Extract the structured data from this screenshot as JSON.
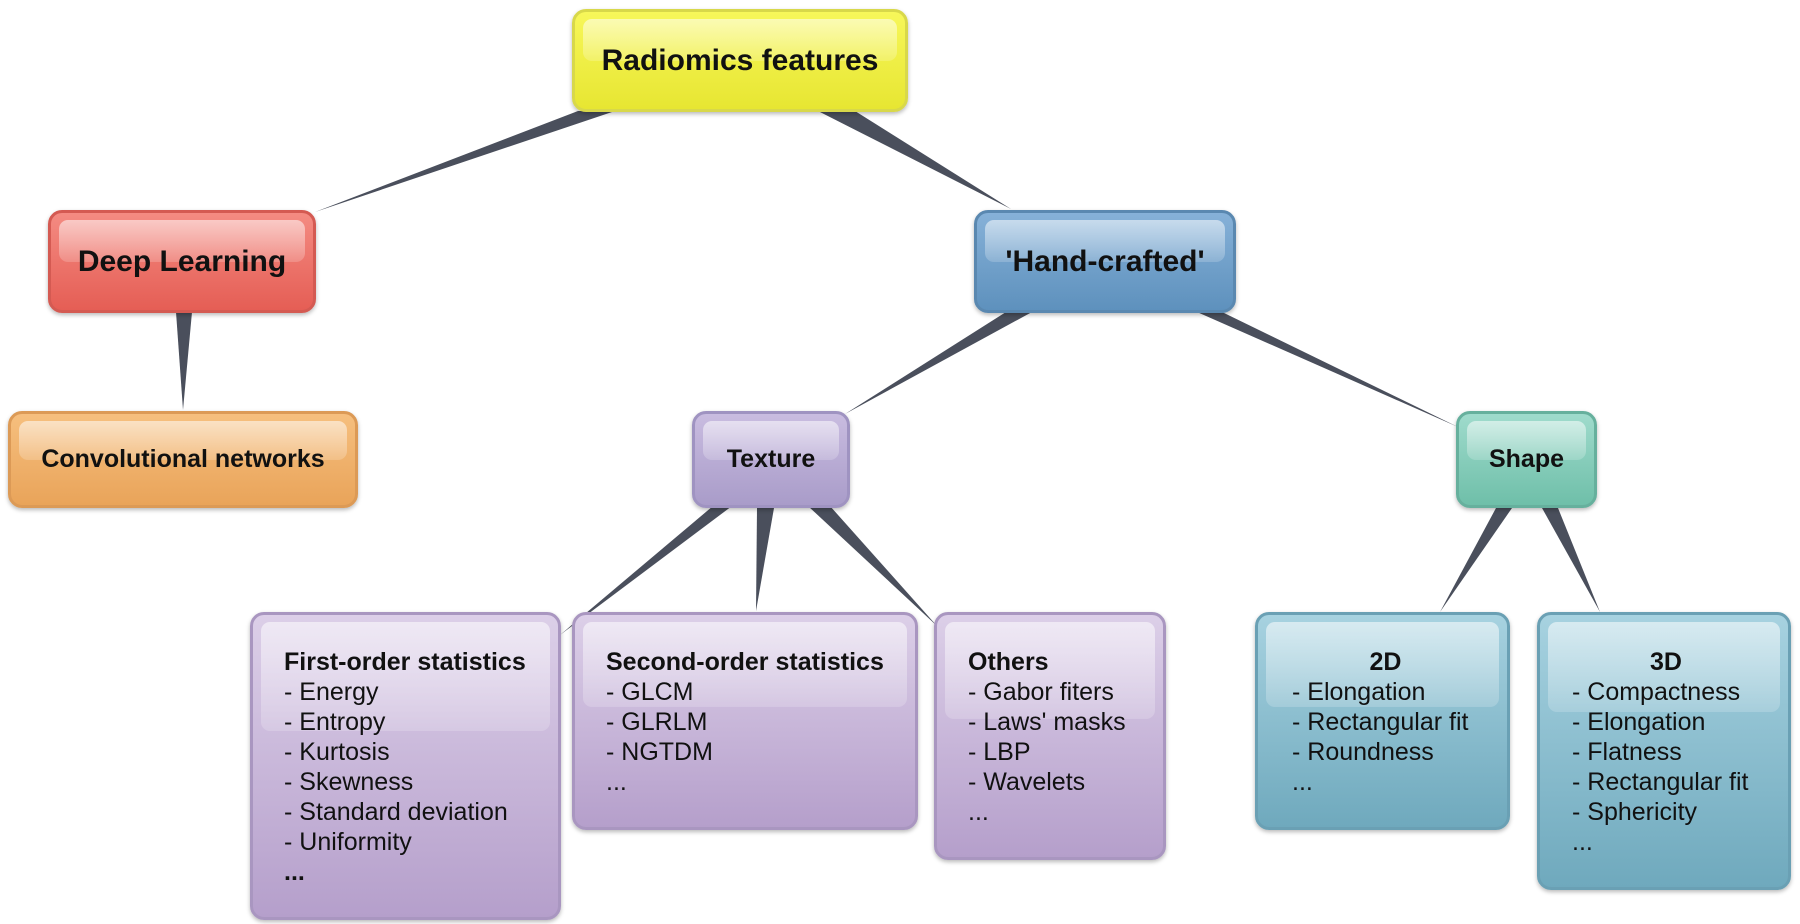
{
  "diagram": {
    "root": {
      "title": "Radiomics features"
    },
    "deep_learning": {
      "title": "Deep Learning"
    },
    "convolutional": {
      "title": "Convolutional networks"
    },
    "hand_crafted": {
      "title": "'Hand-crafted'"
    },
    "texture": {
      "title": "Texture"
    },
    "shape": {
      "title": "Shape"
    },
    "first_order": {
      "title": "First-order statistics",
      "items": [
        "- Energy",
        "- Entropy",
        "- Kurtosis",
        "- Skewness",
        "- Standard deviation",
        "- Uniformity",
        "..."
      ]
    },
    "second_order": {
      "title": "Second-order statistics",
      "items": [
        "- GLCM",
        "- GLRLM",
        "- NGTDM",
        "..."
      ]
    },
    "others": {
      "title": "Others",
      "items": [
        "- Gabor fiters",
        "- Laws' masks",
        "- LBP",
        "- Wavelets",
        "..."
      ]
    },
    "shape_2d": {
      "title": "2D",
      "items": [
        "- Elongation",
        "- Rectangular fit",
        "- Roundness",
        "..."
      ]
    },
    "shape_3d": {
      "title": "3D",
      "items": [
        "- Compactness",
        "- Elongation",
        "- Flatness",
        "- Rectangular fit",
        "- Sphericity",
        "..."
      ]
    }
  },
  "connector_color": "#4a4f5c"
}
